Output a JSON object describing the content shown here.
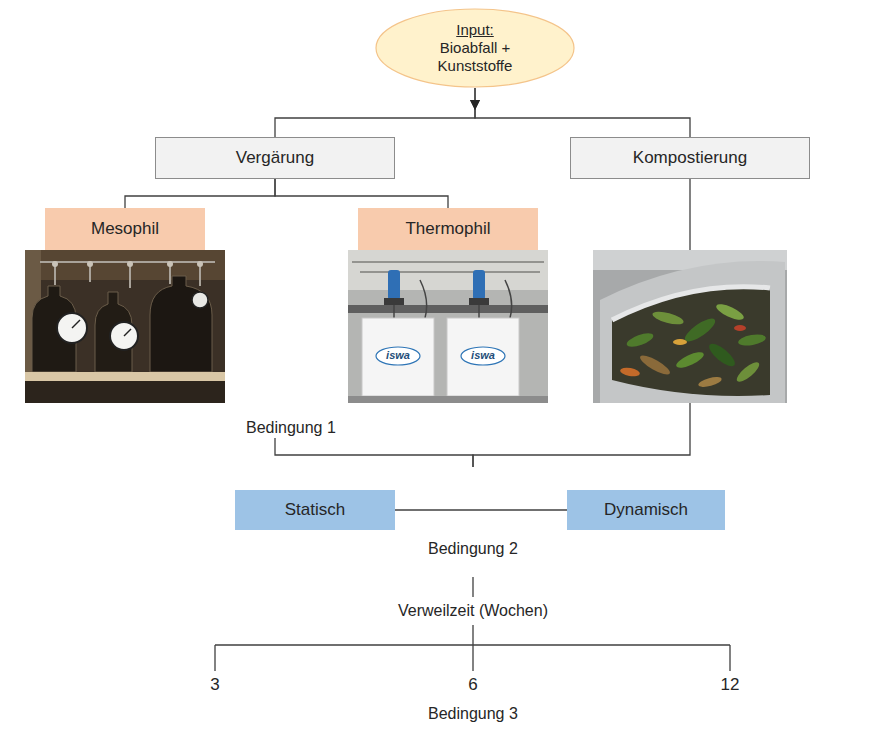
{
  "diagram": {
    "nodes": [
      {
        "text": [
          "Input:",
          "Bioabfall + Kunststoffe"
        ]
      },
      {
        "text": [
          "Vergärung"
        ]
      },
      {
        "text": [
          "Kompostierung"
        ]
      },
      {
        "text": [
          "Bedingung 1"
        ]
      },
      {
        "text": [
          "Mesophil"
        ],
        "in": 3
      },
      {
        "text": [
          "Thermophil"
        ],
        "in": 3
      },
      {
        "text": [
          "Bedingung 2"
        ]
      },
      {
        "text": [
          "Statisch"
        ],
        "in": 6
      },
      {
        "text": [
          "Dynamisch"
        ],
        "in": 6
      },
      {
        "text": [
          "Verweilzeit (Wochen)",
          "Bedingung 3"
        ]
      }
    ],
    "edges": [
      {
        "from": 0,
        "to": 1,
        "arrow": "to"
      },
      {
        "from": 0,
        "to": 2,
        "arrow": "to"
      },
      {
        "from": 1,
        "to": 4,
        "arrow": "none"
      },
      {
        "from": 1,
        "to": 5,
        "arrow": "none"
      },
      {
        "from": 3,
        "to": 6,
        "arrow": "none"
      },
      {
        "from": 2,
        "to": 6,
        "arrow": "none"
      },
      {
        "from": 7,
        "to": 8,
        "arrow": "none"
      },
      {
        "from": 6,
        "to": 9,
        "arrow": "none"
      }
    ],
    "labels": [
      "iswa",
      "iswa",
      "3",
      "6",
      "12"
    ]
  }
}
